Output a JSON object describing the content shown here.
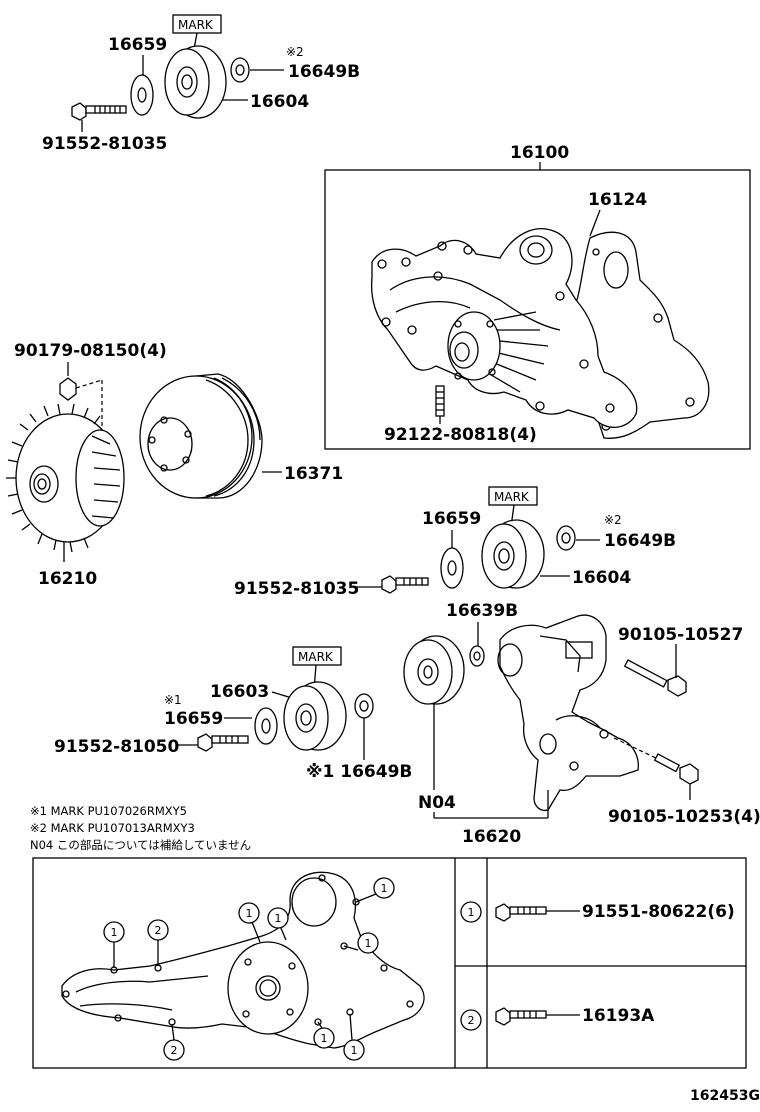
{
  "labels": {
    "top_16659": "16659",
    "top_mark": "MARK",
    "top_sym2": "※2",
    "top_16649b": "16649B",
    "top_16604": "16604",
    "top_91552": "91552-81035",
    "p16100": "16100",
    "p16124": "16124",
    "p92122": "92122-80818(4)",
    "p90179": "90179-08150(4)",
    "p16371": "16371",
    "p16210": "16210",
    "mid_mark": "MARK",
    "mid_16659": "16659",
    "mid_sym2": "※2",
    "mid_16649b": "16649B",
    "mid_91552": "91552-81035",
    "mid_16604": "16604",
    "p16639b": "16639B",
    "p90105a": "90105-10527",
    "low_mark": "MARK",
    "low_sym1": "※1",
    "p16603": "16603",
    "low_16659": "16659",
    "low_91552": "91552-81050",
    "low_16649b": "※1 16649B",
    "n04": "N04",
    "p90105b": "90105-10253(4)",
    "p16620": "16620"
  },
  "notes": [
    "※1 MARK PU107026RMXY5",
    "※2 MARK PU107013ARMXY3",
    "N04 この部品については補給していません"
  ],
  "legend": {
    "row1_num": "1",
    "row1_part": "91551-80622(6)",
    "row2_num": "2",
    "row2_part": "16193A"
  },
  "callouts": [
    "1",
    "2",
    "1",
    "1",
    "1",
    "1",
    "2",
    "1",
    "1"
  ],
  "figure_id": "162453G"
}
